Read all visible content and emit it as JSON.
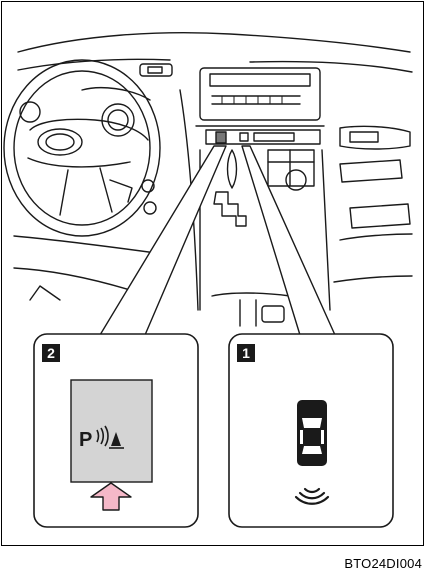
{
  "callouts": [
    {
      "number": "2",
      "description": "Switch panel button with parking sensor symbol",
      "button_glyph": "P"
    },
    {
      "number": "1",
      "description": "Vehicle top view with sensor waves"
    }
  ],
  "figure_code": "BTO24DI004",
  "colors": {
    "line": "#1a1a1a",
    "panel_bg": "#d4d4d4",
    "arrow_fill": "#f5b8c8",
    "callout_badge": "#1a1a1a"
  }
}
